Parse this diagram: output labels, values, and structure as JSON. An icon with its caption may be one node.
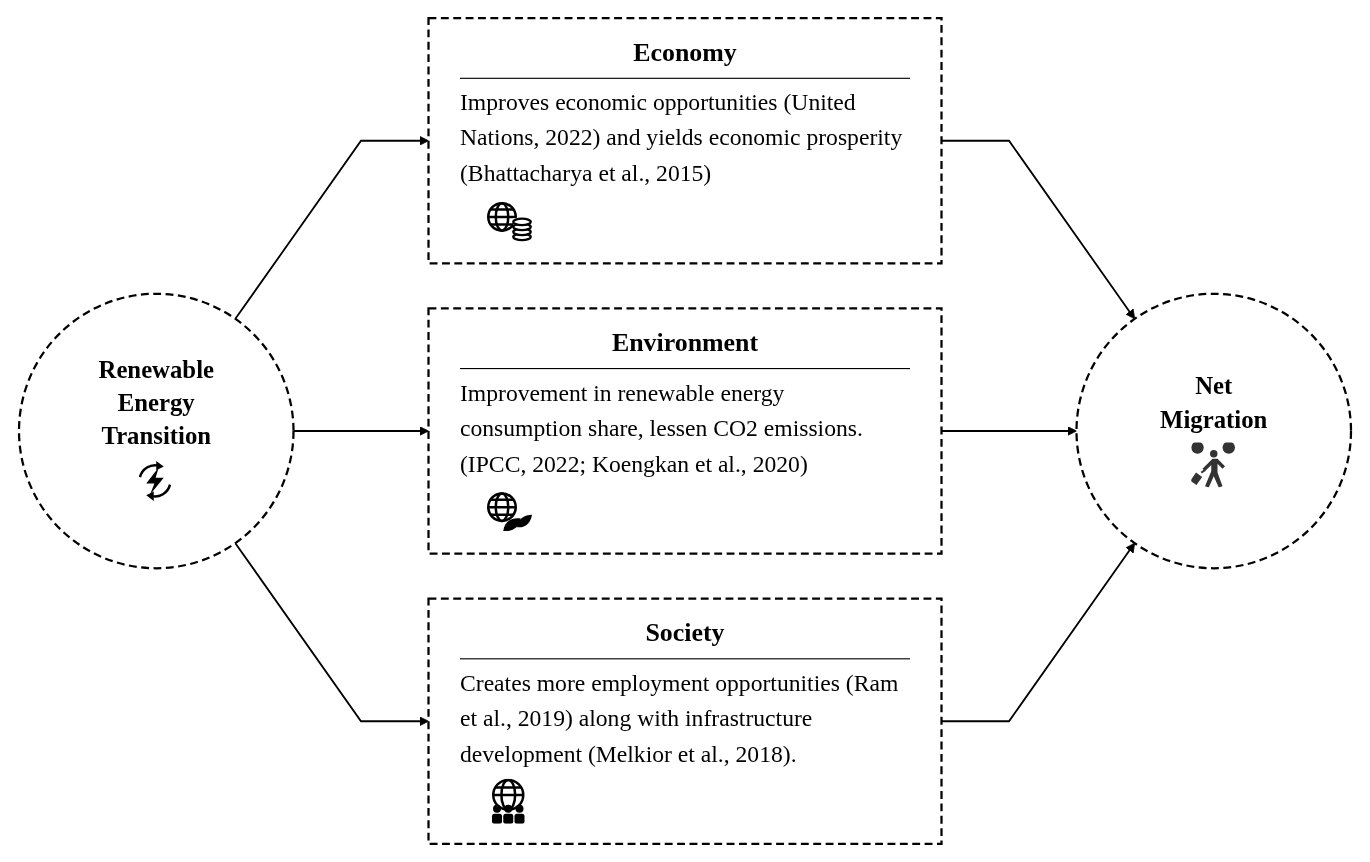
{
  "diagram": {
    "nodes": [
      {
        "text": [
          "Renewable Energy Transition"
        ]
      },
      {
        "text": [
          "Economy",
          "Improves economic opportunities (United Nations, 2022) and yields economic prosperity (Bhattacharya et al., 2015)"
        ]
      },
      {
        "text": [
          "Environment",
          "Improvement in renewable energy consumption share, lessen CO2 emissions. (IPCC, 2022; Koengkan et al., 2020)"
        ]
      },
      {
        "text": [
          "Society",
          "Creates more employment opportunities (Ram et al., 2019) along with infrastructure development (Melkior et al., 2018)."
        ]
      },
      {
        "text": [
          "Net Migration"
        ]
      }
    ],
    "edges": [
      {
        "from": 0,
        "to": 1,
        "arrow": "to"
      },
      {
        "from": 0,
        "to": 2,
        "arrow": "to"
      },
      {
        "from": 0,
        "to": 3,
        "arrow": "to"
      },
      {
        "from": 1,
        "to": 4,
        "arrow": "to"
      },
      {
        "from": 2,
        "to": 4,
        "arrow": "to"
      },
      {
        "from": 3,
        "to": 4,
        "arrow": "to"
      }
    ]
  }
}
